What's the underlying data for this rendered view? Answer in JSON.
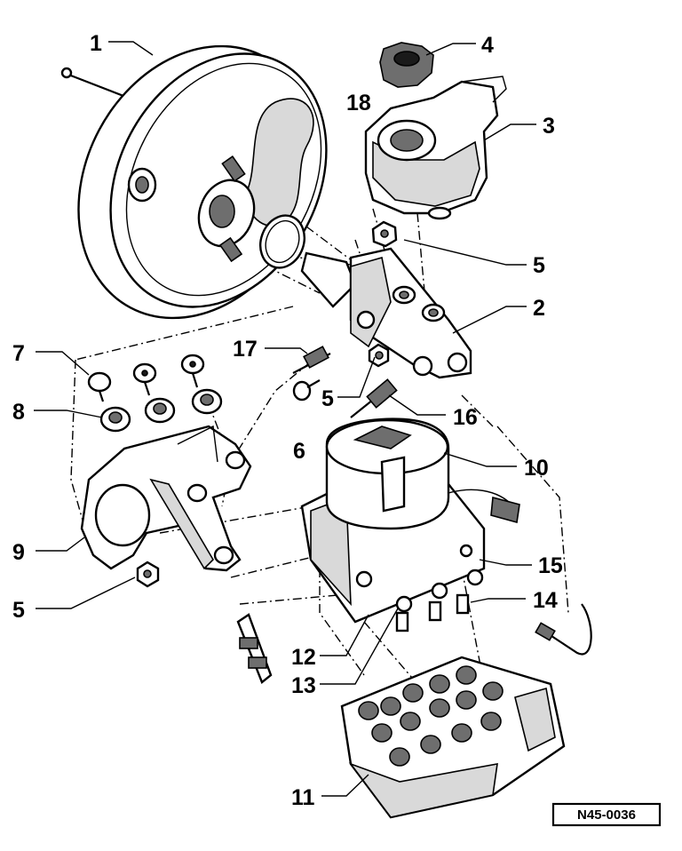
{
  "labels": {
    "l1": "1",
    "l2": "2",
    "l3": "3",
    "l4": "4",
    "l5a": "5",
    "l5b": "5",
    "l5c": "5",
    "l6": "6",
    "l7": "7",
    "l8": "8",
    "l9": "9",
    "l10": "10",
    "l11": "11",
    "l12": "12",
    "l13": "13",
    "l14": "14",
    "l15": "15",
    "l16": "16",
    "l17": "17",
    "l18": "18"
  },
  "reference_code": "N45-0036",
  "colors": {
    "ink": "#000000",
    "paper": "#ffffff",
    "shade": "#d9d9d9"
  }
}
